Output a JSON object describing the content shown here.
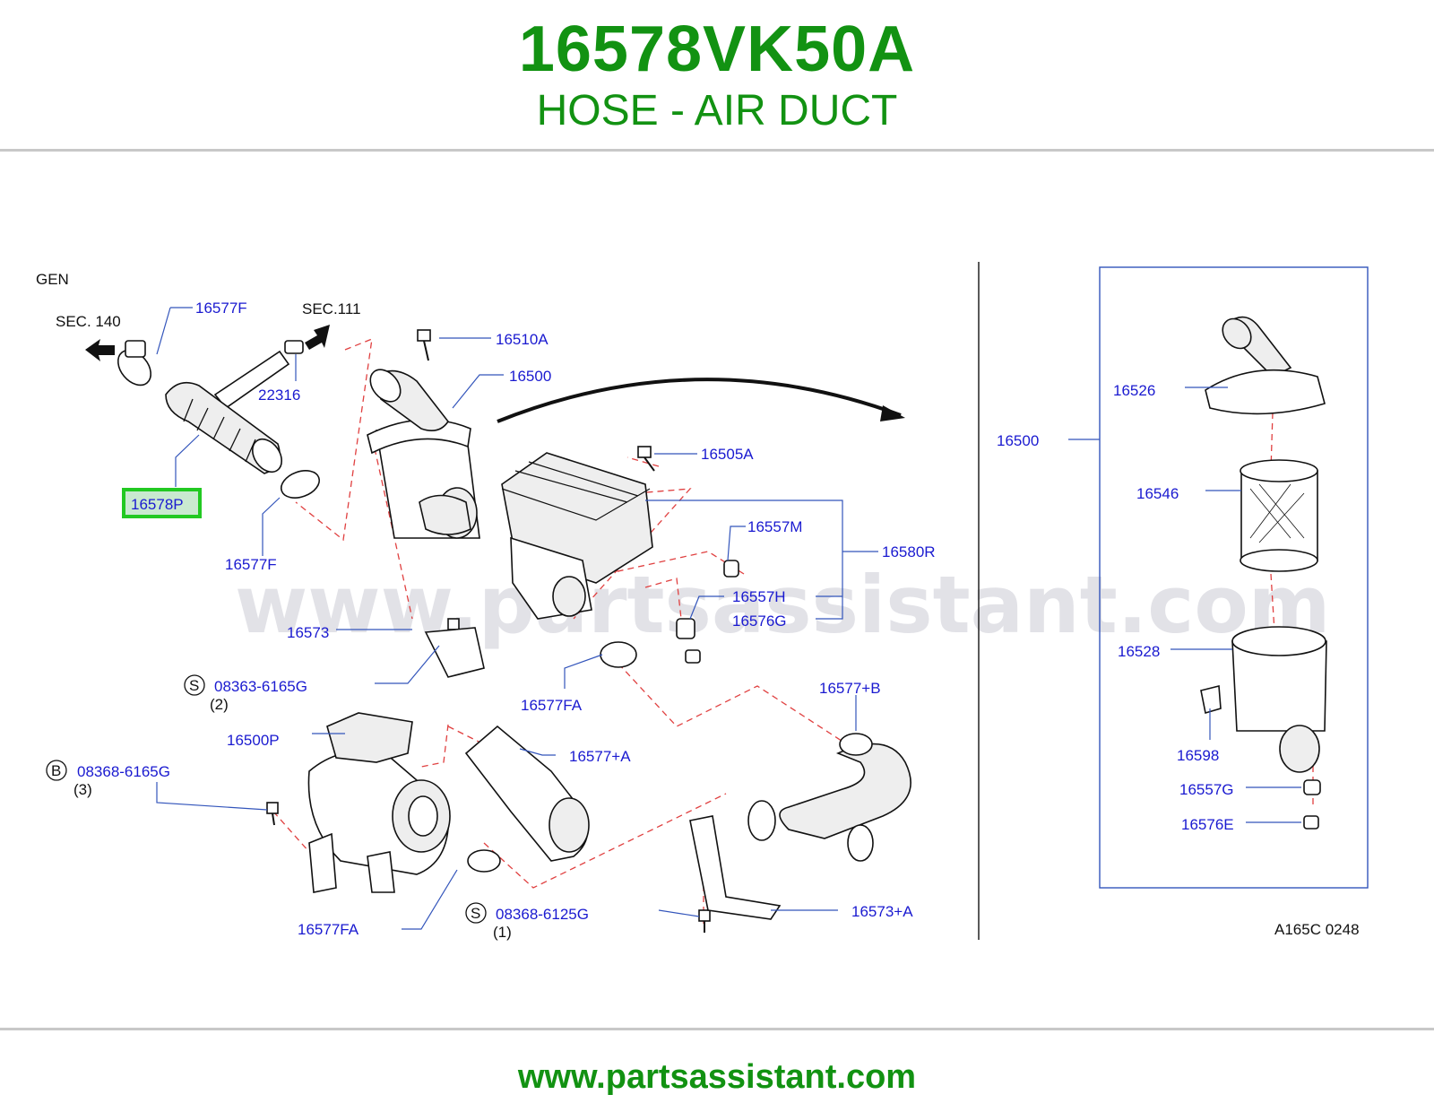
{
  "header": {
    "part_number": "16578VK50A",
    "part_name": "HOSE - AIR DUCT"
  },
  "footer": {
    "url": "www.partsassistant.com"
  },
  "diagram": {
    "watermark": "www.partsassistant.com",
    "variant_label": "GEN",
    "drawing_code": "A165C  0248",
    "section_refs": [
      "SEC.  140",
      "SEC.111"
    ],
    "highlighted_part": "16578P",
    "highlight_color": "#22c922",
    "labels": {
      "p16577F_top": "16577F",
      "p22316": "22316",
      "p16578P": "16578P",
      "p16577F_bottom": "16577F",
      "p16510A": "16510A",
      "p16500_main": "16500",
      "p16505A": "16505A",
      "p16557M": "16557M",
      "p16580R": "16580R",
      "p16557H": "16557H",
      "p16576G": "16576G",
      "p16573": "16573",
      "p08363": "08363-6165G",
      "q08363": "(2)",
      "p16577FA_mid": "16577FA",
      "p16577B": "16577+B",
      "p16500P": "16500P",
      "p16577A": "16577+A",
      "p08368_6165": "08368-6165G",
      "q08368_6165": "(3)",
      "p08368_6125": "08368-6125G",
      "q08368_6125": "(1)",
      "p16577FA_bottom": "16577FA",
      "p16573A": "16573+A",
      "p16500_inset": "16500",
      "p16526": "16526",
      "p16546": "16546",
      "p16528": "16528",
      "p16598": "16598",
      "p16557G": "16557G",
      "p16576E": "16576E"
    },
    "fastener_codes": {
      "s": "S",
      "b": "B"
    }
  }
}
